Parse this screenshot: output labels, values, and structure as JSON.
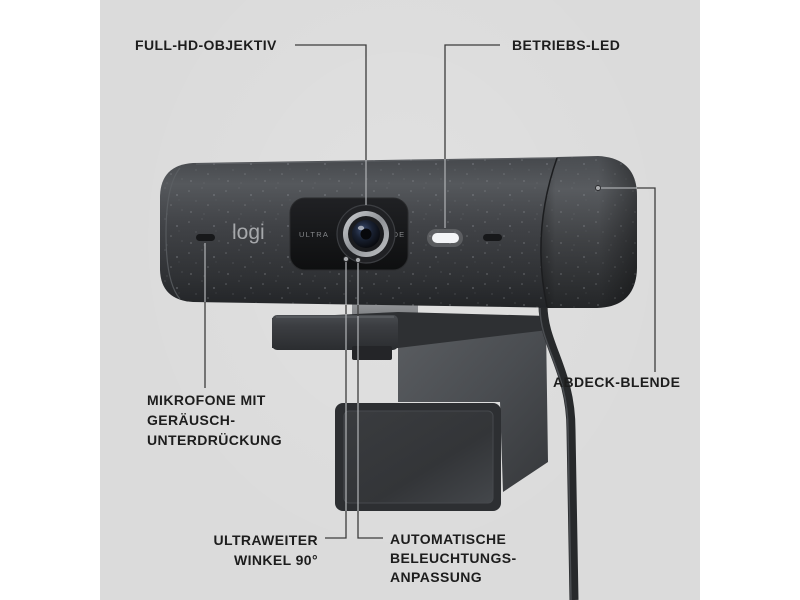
{
  "colors": {
    "background": "#dbdbdb",
    "margin": "#ffffff",
    "label_text": "#1d1d1d",
    "leader_line": "#3c3c3c",
    "leader_line_on_dark": "#a9abae",
    "led": "#f3f4f6"
  },
  "callouts": {
    "lens": {
      "lines": [
        "FULL-HD-OBJEKTIV"
      ]
    },
    "status_led": {
      "lines": [
        "BETRIEBS-LED"
      ]
    },
    "privacy_shutter": {
      "lines": [
        "ABDECK-BLENDE"
      ]
    },
    "microphones": {
      "lines": [
        "MIKROFONE MIT",
        "GERÄUSCH-",
        "UNTERDRÜCKUNG"
      ]
    },
    "field_of_view": {
      "lines": [
        "ULTRAWEITER",
        "WINKEL 90°"
      ]
    },
    "auto_light_correction": {
      "lines": [
        "AUTOMATISCHE",
        "BELEUCHTUNGS-",
        "ANPASSUNG"
      ]
    }
  },
  "camera": {
    "logo_text": "logi",
    "front_left_text": "ULTRA",
    "front_right_text": "WIDE"
  }
}
